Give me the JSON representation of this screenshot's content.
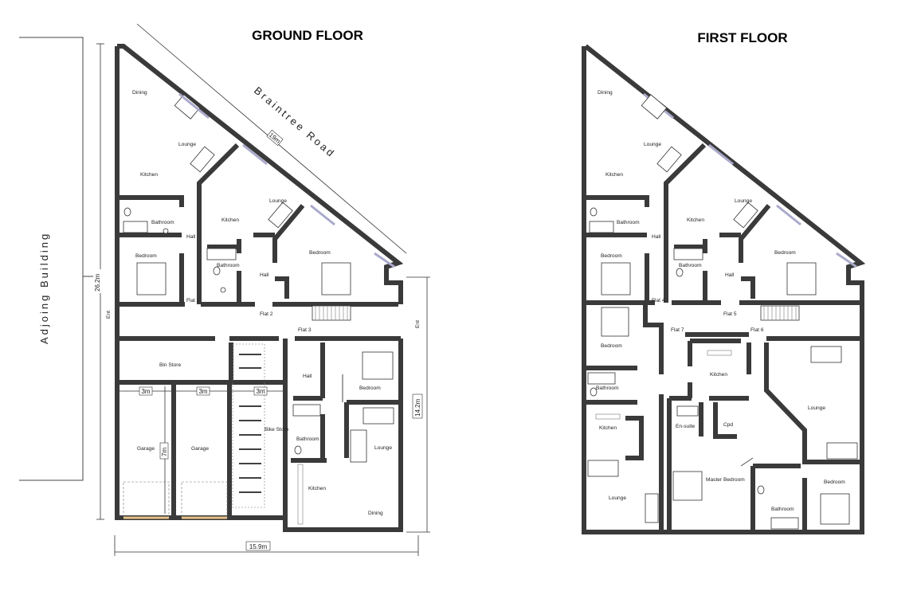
{
  "ground_floor": {
    "title": "GROUND FLOOR",
    "road_label": "Braintree Road",
    "road_dim": "19m",
    "adjoining_label": "Adjoing Building",
    "dims": {
      "height_overall": "26.2m",
      "width_overall": "15.9m",
      "right_height": "14.2m",
      "entrance_left": "Ent",
      "entrance_right": "Ent",
      "garage_w1": "3m",
      "garage_w2": "3m",
      "bike_w": "3m",
      "garage_depth": "7m"
    },
    "rooms": {
      "dining_top": "Dining",
      "lounge_1": "Lounge",
      "kitchen_1": "Kitchen",
      "bathroom_1": "Bathroom",
      "hall_1": "Hall",
      "bedroom_1": "Bedroom",
      "flat_1": "Flat 1",
      "kitchen_2": "Kitchen",
      "lounge_2": "Lounge",
      "bathroom_2": "Bathroom",
      "hall_2": "Hall",
      "bedroom_2": "Bedroom",
      "flat_2": "Flat 2",
      "flat_3": "Flat 3",
      "bin_store": "Bin Store",
      "hall_3": "Hall",
      "bedroom_3": "Bedroom",
      "bike_store": "Bike Store",
      "bathroom_3": "Bathroom",
      "lounge_3": "Lounge",
      "garage_1": "Garage",
      "garage_2": "Garage",
      "kitchen_3": "Kitchen",
      "dining_3": "Dining"
    }
  },
  "first_floor": {
    "title": "FIRST FLOOR",
    "rooms": {
      "dining_top": "Dining",
      "lounge_1": "Lounge",
      "kitchen_1": "Kitchen",
      "bathroom_1": "Bathroom",
      "hall_1": "Hall",
      "bedroom_1": "Bedroom",
      "flat_4": "Flat 4",
      "kitchen_2": "Kitchen",
      "lounge_2": "Lounge",
      "bathroom_2": "Bathroom",
      "hall_2": "Hall",
      "bedroom_2": "Bedroom",
      "flat_5": "Flat 5",
      "bedroom_7": "Bedroom",
      "flat_7": "Flat 7",
      "flat_6": "Flat 6",
      "bathroom_7": "Bathroom",
      "kitchen_7": "Kitchen",
      "lounge_7": "Lounge",
      "kitchen_6": "Kitchen",
      "lounge_6": "Lounge",
      "ensuite": "En-suite",
      "cpd": "Cpd",
      "master_bedroom": "Master Bedroom",
      "bathroom_6": "Bathroom",
      "bedroom_6": "Bedroom"
    }
  }
}
